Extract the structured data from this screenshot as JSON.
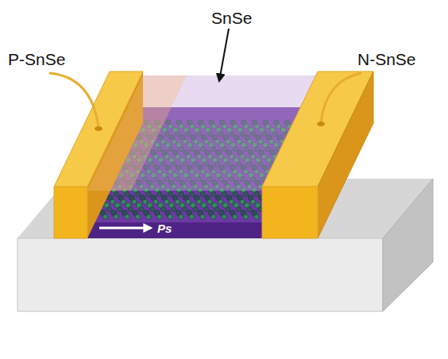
{
  "diagram": {
    "labels": [
      "P-SnSe",
      "SnSe",
      "N-SnSe",
      "Ps"
    ]
  }
}
